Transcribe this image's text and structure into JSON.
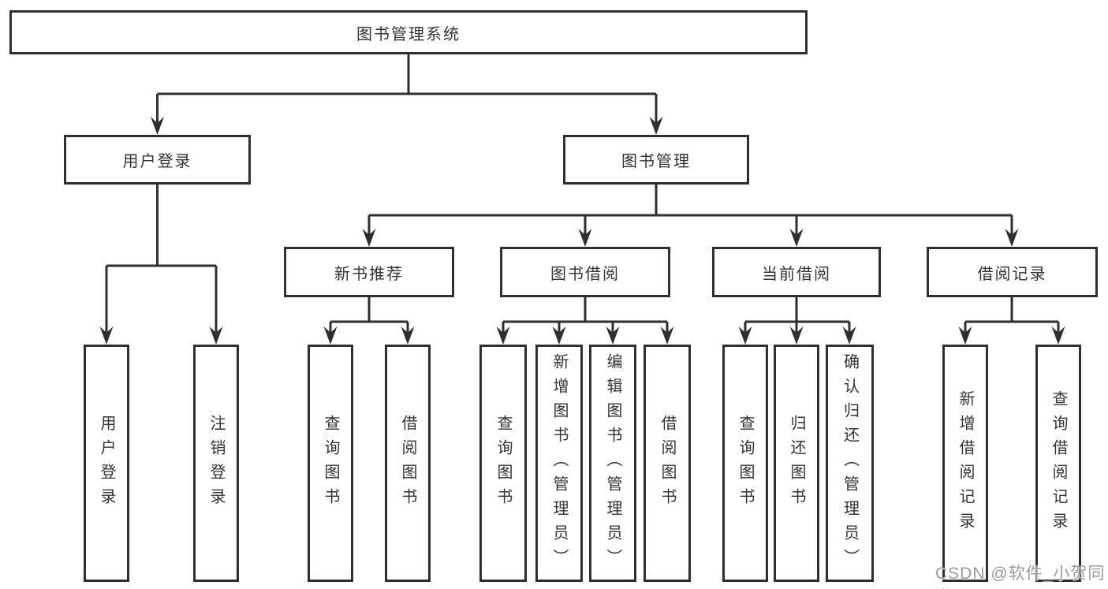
{
  "diagram": {
    "colors": {
      "line": "#2f2f2f",
      "border": "#2f2f2f",
      "text": "#333333",
      "background": "#ffffff",
      "watermark": "#9c9c9c"
    },
    "watermark": "CSDN @软件_小贺同学",
    "nodes": {
      "root": {
        "label": "图书管理系统"
      },
      "user_login": {
        "label": "用户登录"
      },
      "book_mgmt": {
        "label": "图书管理"
      },
      "user_login_leaf": {
        "label": "用户登录"
      },
      "logout_leaf": {
        "label": "注销登录"
      },
      "new_book_rec": {
        "label": "新书推荐"
      },
      "book_borrow": {
        "label": "图书借阅"
      },
      "current_borrow": {
        "label": "当前借阅"
      },
      "borrow_records": {
        "label": "借阅记录"
      },
      "nbr_query": {
        "label": "查询图书"
      },
      "nbr_borrow": {
        "label": "借阅图书"
      },
      "bb_query": {
        "label": "查询图书"
      },
      "bb_add": {
        "label": "新增图书（管理员）"
      },
      "bb_edit": {
        "label": "编辑图书（管理员）"
      },
      "bb_borrow": {
        "label": "借阅图书"
      },
      "cb_query": {
        "label": "查询图书"
      },
      "cb_return": {
        "label": "归还图书"
      },
      "cb_confirm": {
        "label": "确认归还（管理员）"
      },
      "br_add": {
        "label": "新增借阅记录"
      },
      "br_query": {
        "label": "查询借阅记录"
      }
    }
  }
}
